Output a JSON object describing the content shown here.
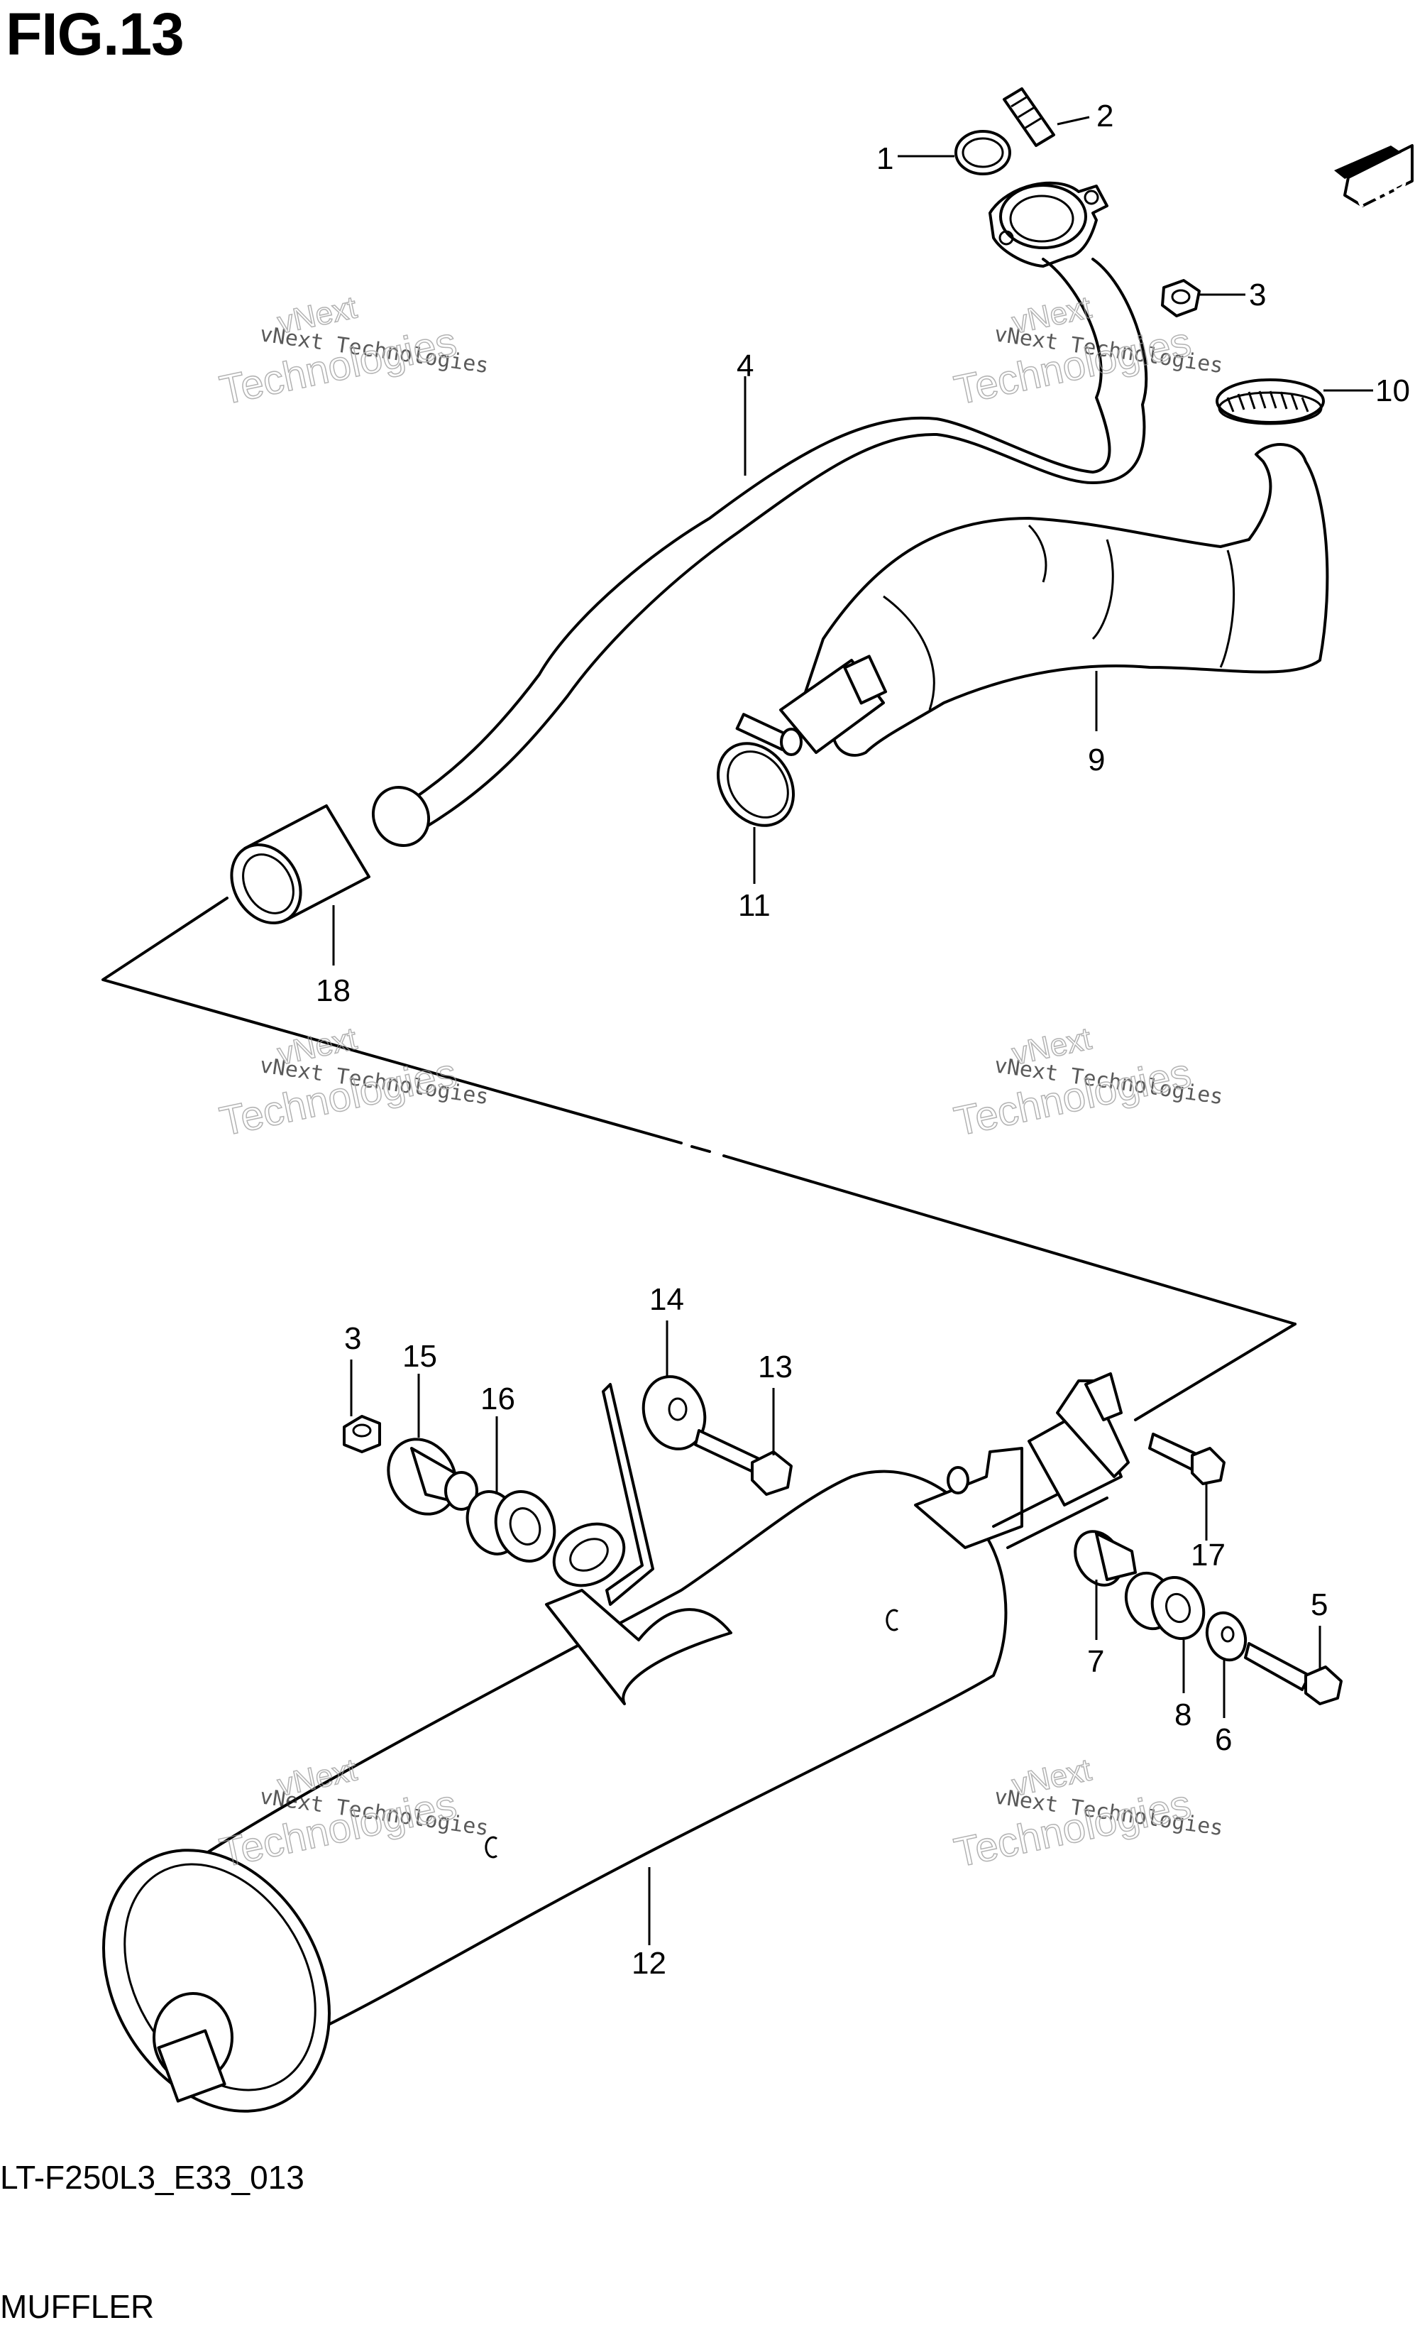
{
  "header": {
    "title": "FIG.13"
  },
  "footer": {
    "code": "LT-F250L3_E33_013",
    "name": "MUFFLER"
  },
  "fwd_badge": {
    "label": "FWD"
  },
  "watermark": {
    "line1": "vNext Technologies",
    "line2": "Technologies",
    "line3": "vNext"
  },
  "callouts": {
    "p1": "1",
    "p2": "2",
    "p3a": "3",
    "p3b": "3",
    "p4": "4",
    "p5": "5",
    "p6": "6",
    "p7": "7",
    "p8": "8",
    "p9": "9",
    "p10": "10",
    "p11": "11",
    "p12": "12",
    "p13": "13",
    "p14": "14",
    "p15": "15",
    "p16": "16",
    "p17": "17",
    "p18": "18"
  }
}
